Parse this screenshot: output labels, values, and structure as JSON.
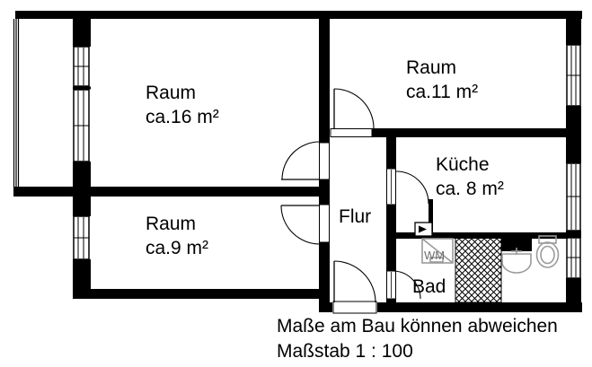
{
  "plan": {
    "rooms": [
      {
        "name": "Raum",
        "area": "ca.16 m²"
      },
      {
        "name": "Raum",
        "area": "ca.11 m²"
      },
      {
        "name": "Raum",
        "area": "ca.9 m²"
      },
      {
        "name": "Küche",
        "area": "ca. 8 m²"
      },
      {
        "name": "Flur",
        "area": ""
      },
      {
        "name": "Bad",
        "area": ""
      }
    ],
    "appliances": {
      "washing_machine": "WM"
    },
    "footer": {
      "disclaimer": "Maße am Bau können abweichen",
      "scale": "Maßstab 1 : 100"
    },
    "colors": {
      "wall": "#000000",
      "fixture": "#9a9a9a",
      "background": "#ffffff",
      "text": "#000000"
    }
  }
}
